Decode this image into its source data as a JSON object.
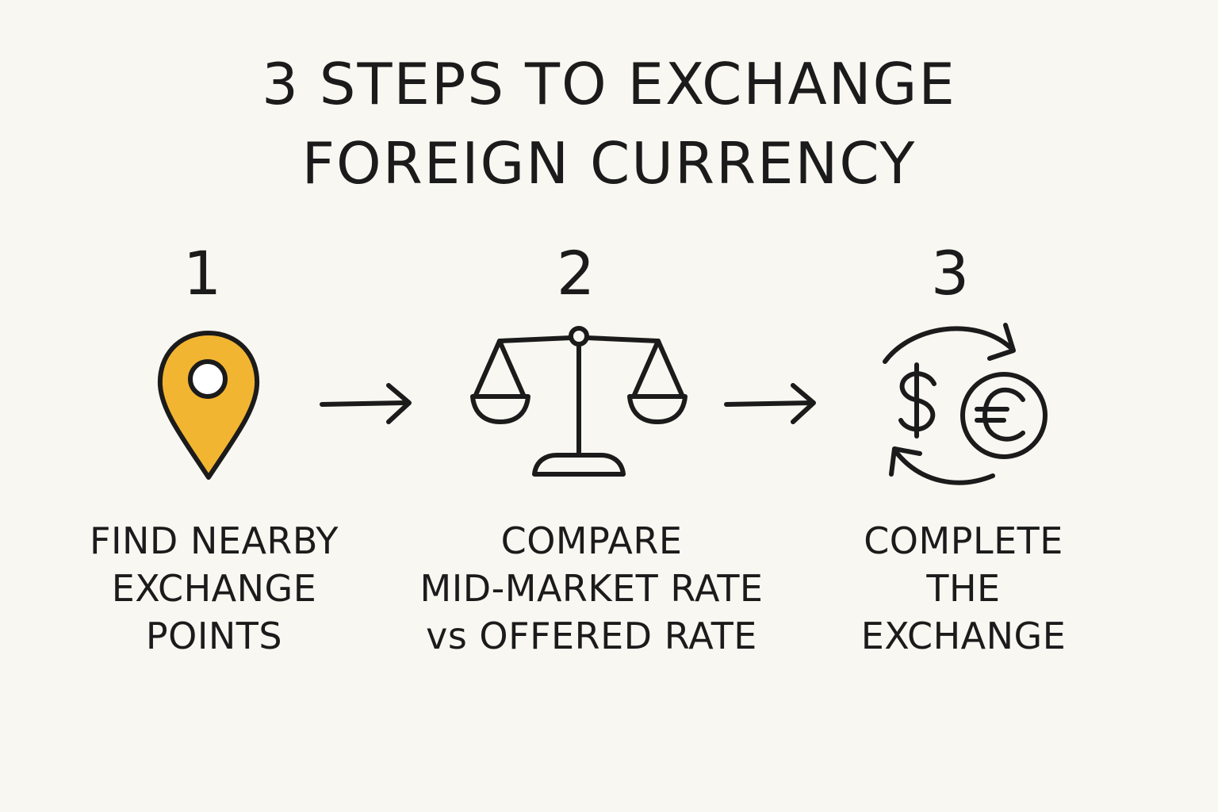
{
  "title": {
    "line1": "3 STEPS TO EXCHANGE",
    "line2": "FOREIGN CURRENCY"
  },
  "steps": [
    {
      "number": "1",
      "icon": "location-pin-icon",
      "caption": [
        "FIND NEARBY",
        "EXCHANGE",
        "POINTS"
      ]
    },
    {
      "number": "2",
      "icon": "balance-scale-icon",
      "caption": [
        "COMPARE",
        "MID-MARKET RATE",
        "vs OFFERED RATE"
      ]
    },
    {
      "number": "3",
      "icon": "currency-exchange-icon",
      "caption": [
        "COMPLETE",
        "THE",
        "EXCHANGE"
      ]
    }
  ],
  "colors": {
    "background": "#f8f7f2",
    "ink": "#1b1b1b",
    "pin_fill": "#f2b531"
  }
}
